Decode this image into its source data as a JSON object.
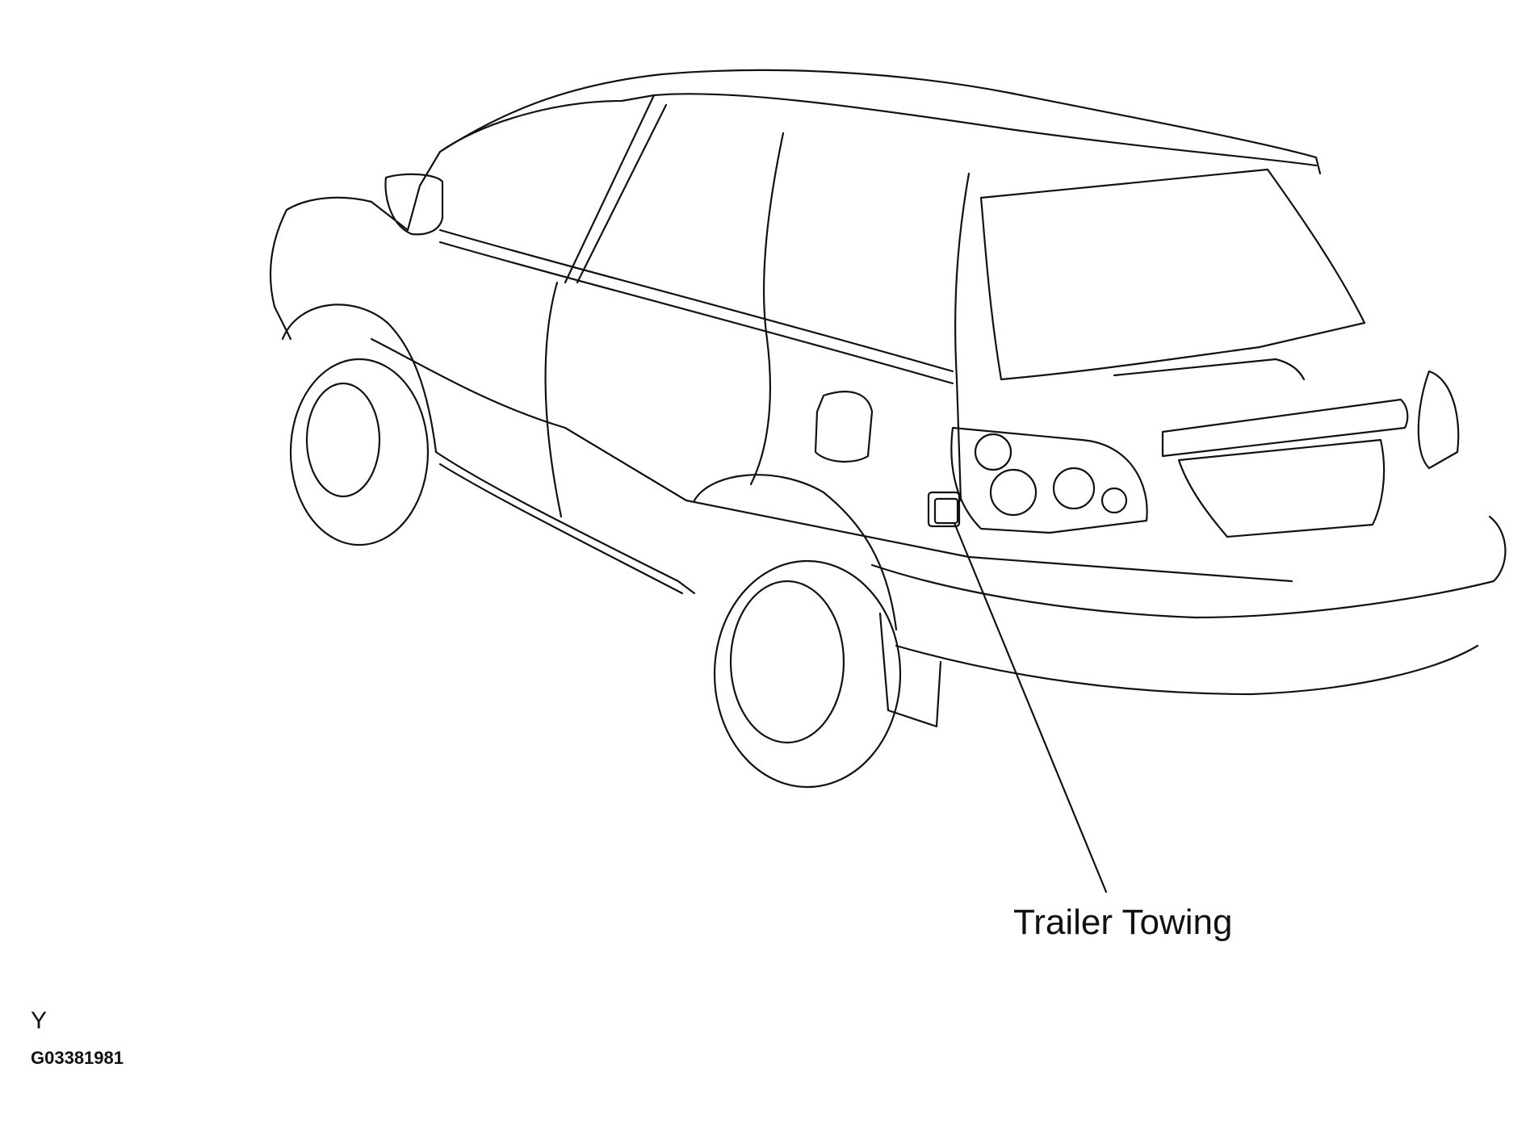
{
  "labels": {
    "callout": "Trailer Towing",
    "view_letter": "Y",
    "figure_id": "G03381981"
  },
  "colors": {
    "line": "#111111",
    "background": "#ffffff"
  }
}
